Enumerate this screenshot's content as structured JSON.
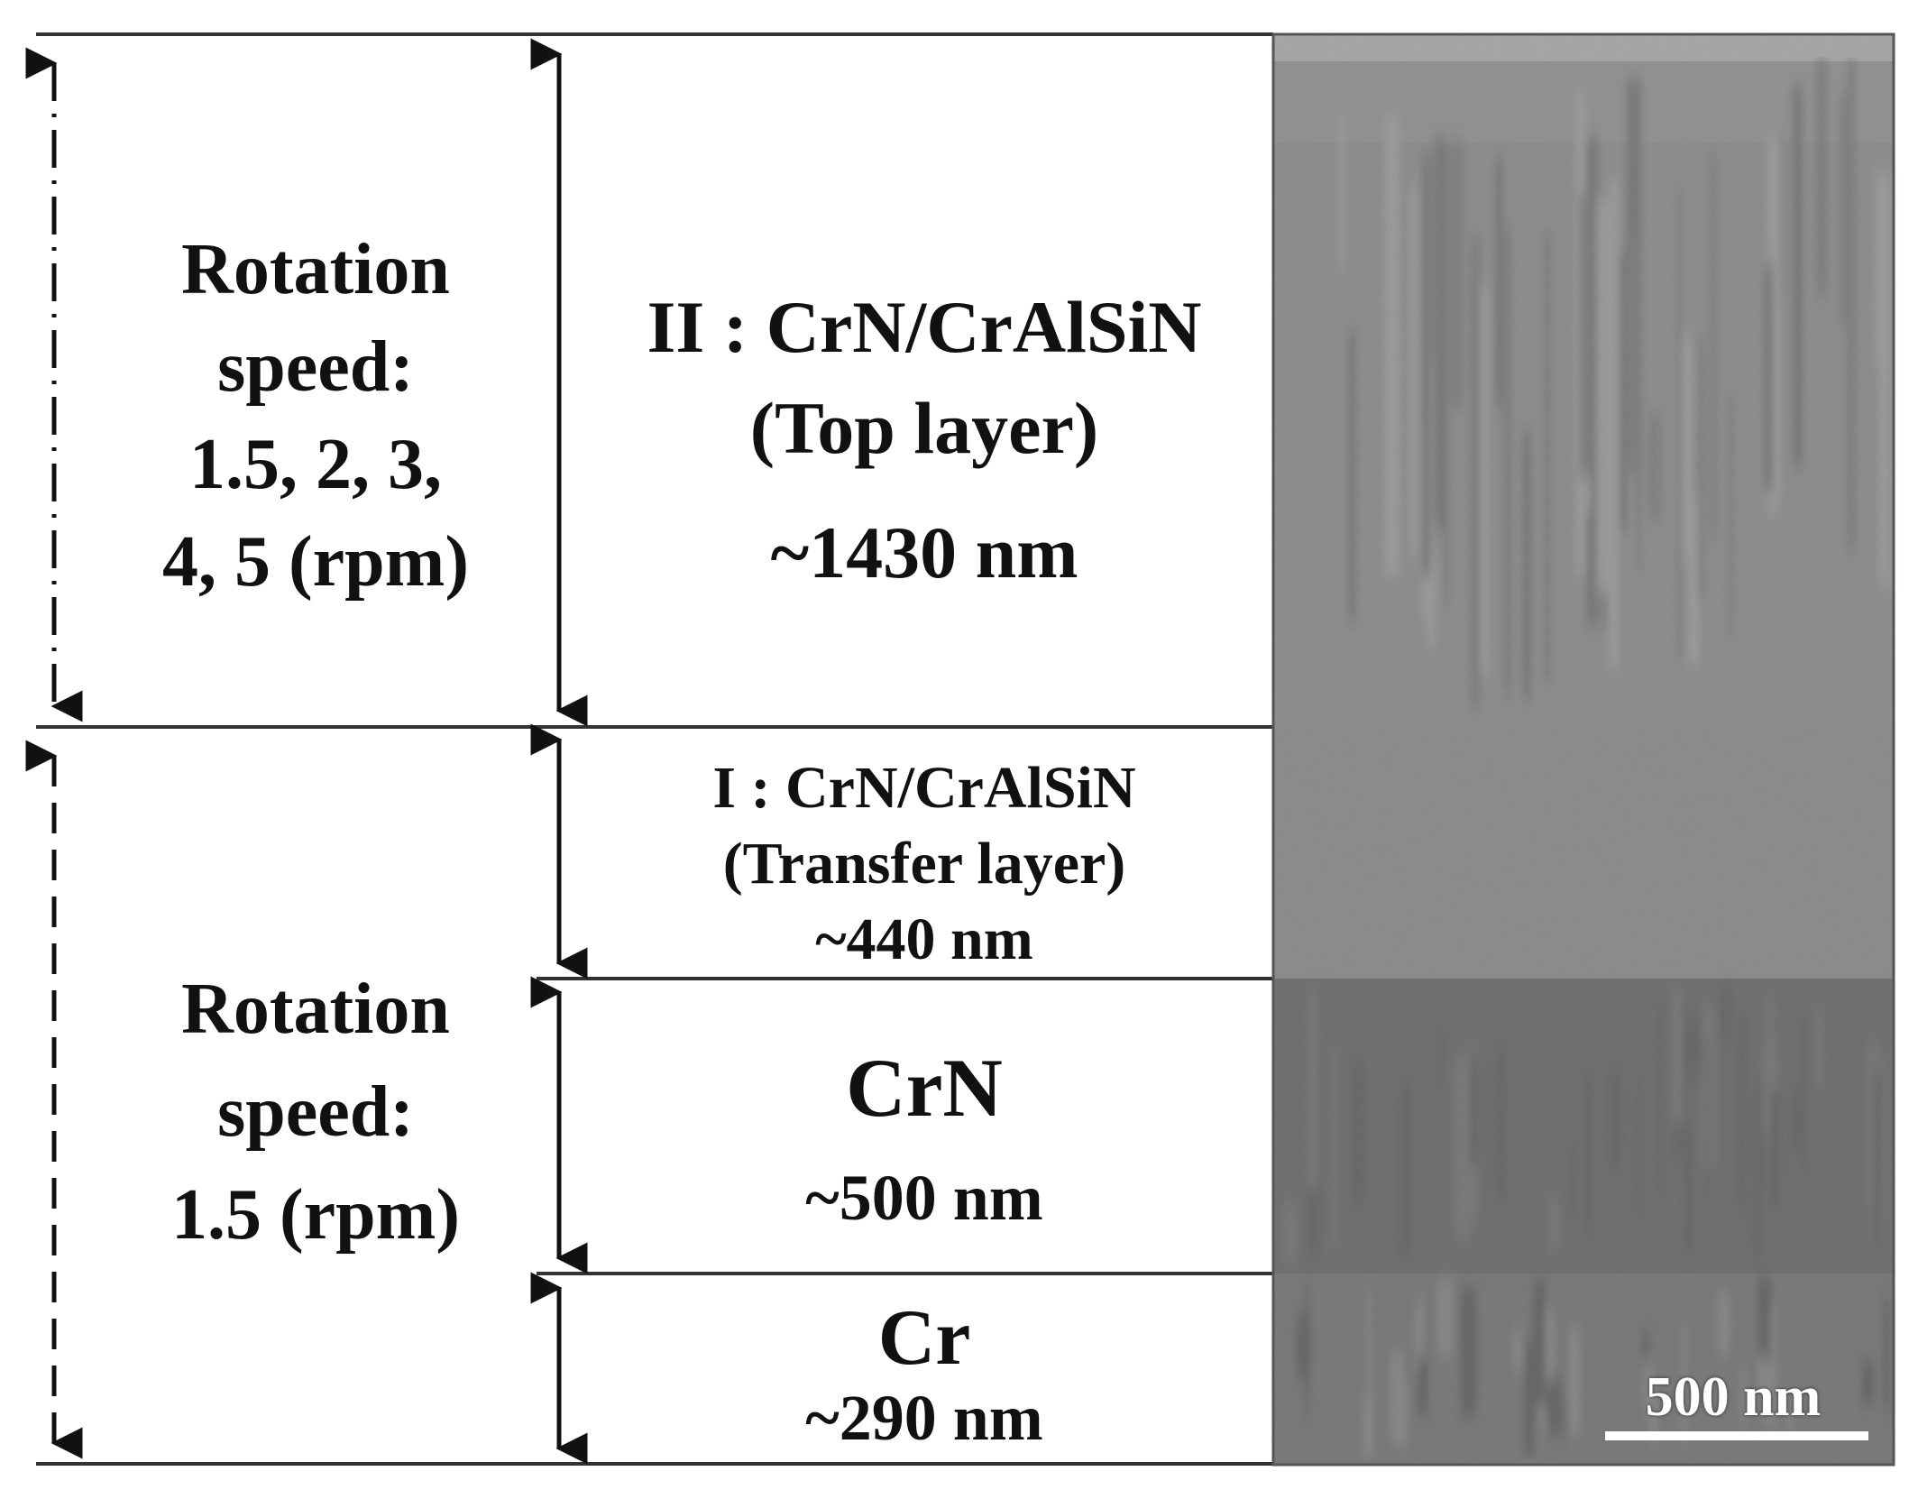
{
  "left_blocks": [
    {
      "lines": [
        "Rotation",
        "speed:",
        "1.5, 2, 3,",
        "4, 5 (rpm)"
      ]
    },
    {
      "lines": [
        "Rotation",
        "speed:",
        "1.5 (rpm)"
      ]
    }
  ],
  "layers": [
    {
      "name": "II : CrN/CrAlSiN",
      "subtitle": "(Top layer)",
      "thickness": "~1430 nm"
    },
    {
      "name": "I : CrN/CrAlSiN",
      "subtitle": "(Transfer layer)",
      "thickness": "~440 nm"
    },
    {
      "name": "CrN",
      "thickness": "~500 nm"
    },
    {
      "name": "Cr",
      "thickness": "~290 nm"
    }
  ],
  "micrograph": {
    "type": "cross-section micrograph (grayscale)",
    "scale_bar": "500 nm"
  }
}
